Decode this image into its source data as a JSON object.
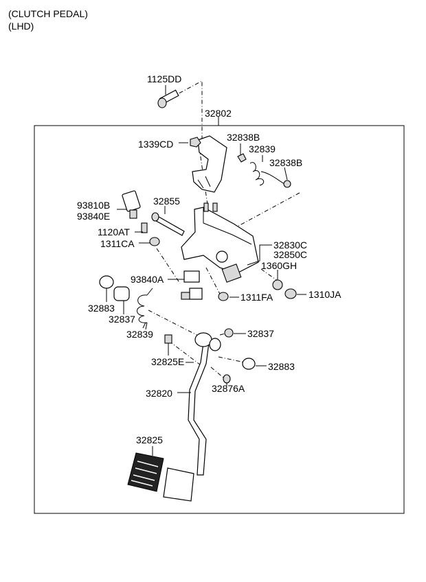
{
  "header": {
    "line1": "(CLUTCH PEDAL)",
    "line2": "(LHD)"
  },
  "labels": {
    "p1125DD": "1125DD",
    "p32802": "32802",
    "p1339CD": "1339CD",
    "p32838B_a": "32838B",
    "p32839_a": "32839",
    "p32838B_b": "32838B",
    "p93810B": "93810B",
    "p93840E": "93840E",
    "p32855": "32855",
    "p1120AT": "1120AT",
    "p1311CA": "1311CA",
    "p32830C": "32830C",
    "p32850C": "32850C",
    "p1360GH": "1360GH",
    "p93840A": "93840A",
    "p1311FA": "1311FA",
    "p1310JA": "1310JA",
    "p32883_a": "32883",
    "p32837_a": "32837",
    "p32839_b": "32839",
    "p32837_b": "32837",
    "p32825E": "32825E",
    "p32883_b": "32883",
    "p32876A": "32876A",
    "p32820": "32820",
    "p32825": "32825"
  }
}
